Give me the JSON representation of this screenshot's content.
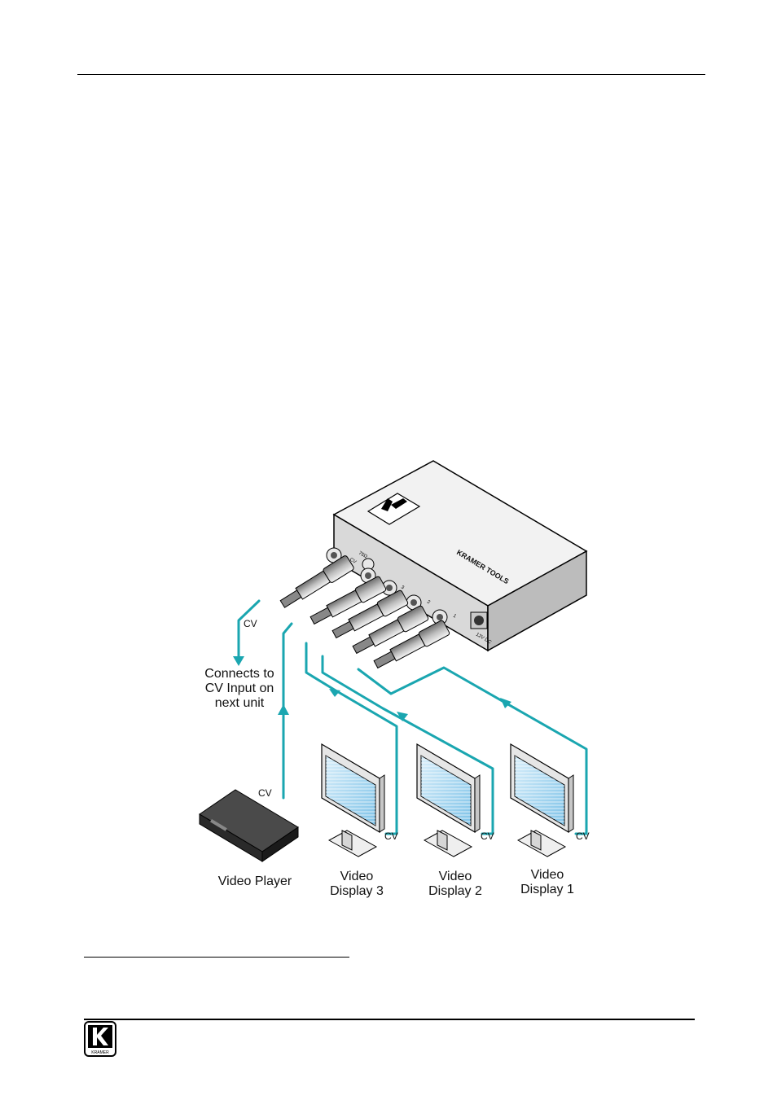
{
  "diagram": {
    "cable_color": "#1aa6b0",
    "device": {
      "brand_label": "KRAMER TOOLS",
      "port_labels": [
        "1",
        "2",
        "3",
        "CV",
        "75Ω",
        "12V DC"
      ]
    },
    "labels": {
      "cv_out": "CV",
      "connects_line1": "Connects to",
      "connects_line2": "CV Input on",
      "connects_line3": "next unit",
      "cv_player": "CV",
      "video_player": "Video Player",
      "cv_display3": "CV",
      "cv_display2": "CV",
      "cv_display1": "CV",
      "display3_line1": "Video",
      "display3_line2": "Display 3",
      "display2_line1": "Video",
      "display2_line2": "Display 2",
      "display1_line1": "Video",
      "display1_line2": "Display 1"
    }
  },
  "footer": {
    "logo_text": "KRAMER"
  }
}
